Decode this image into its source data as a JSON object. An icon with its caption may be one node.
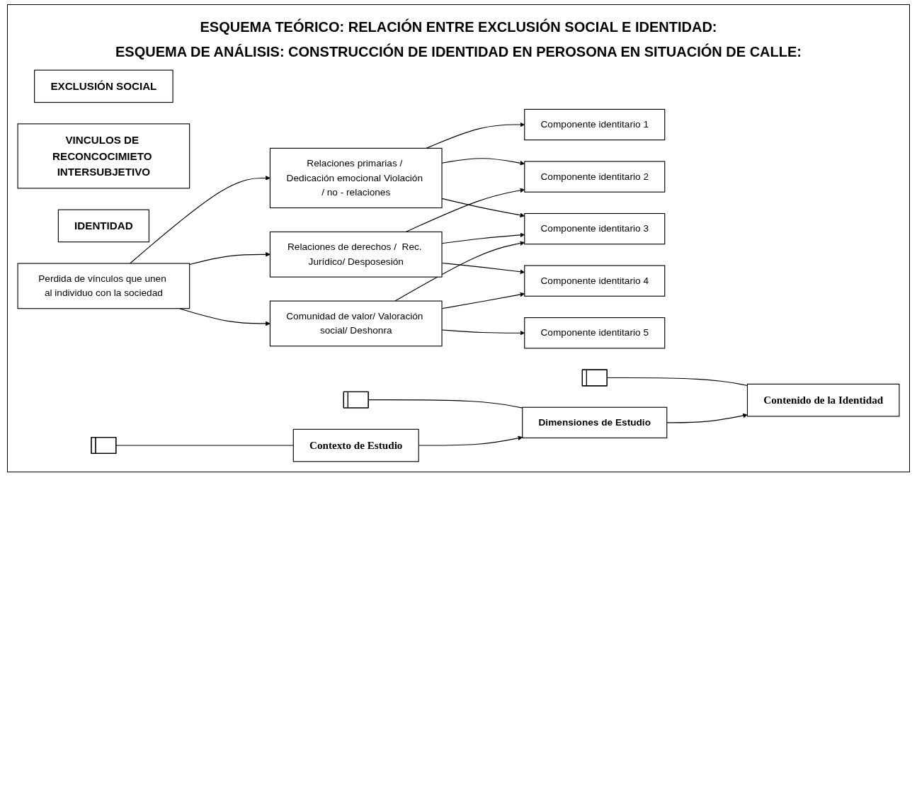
{
  "diagram": {
    "title": "ESQUEMA TEÓRICO: RELACIÓN  ENTRE EXCLUSIÓN SOCIAL E IDENTIDAD:",
    "nodes": [
      {
        "text": [
          "EXCLUSIÓN SOCIAL"
        ]
      },
      {
        "text": [
          "VINCULOS DE RECONCOCIMIETO INTERSUBJETIVO"
        ]
      },
      {
        "text": [
          "IDENTIDAD"
        ]
      },
      {
        "text": [
          "Perdida de vínculos que unen al individuo con la sociedad"
        ]
      },
      {
        "text": [
          "Relaciones primarias / Dedicación emocional Violación / no - relaciones"
        ]
      },
      {
        "text": [
          "Relaciones de derechos /  Rec. Jurídico/ Desposesión"
        ]
      },
      {
        "text": [
          "Comunidad de valor/ Valoración social/ Deshonra"
        ]
      },
      {
        "text": [
          "Componente identitario 1"
        ]
      },
      {
        "text": [
          "Componente identitario 2"
        ]
      },
      {
        "text": [
          "Componente identitario 3"
        ]
      },
      {
        "text": [
          "Componente identitario 4"
        ]
      },
      {
        "text": [
          "Componente identitario 5"
        ]
      },
      {
        "text": [],
        "shape": "bar"
      },
      {
        "text": [],
        "shape": "bar"
      },
      {
        "text": [],
        "shape": "bar"
      },
      {
        "text": [
          "Contexto de Estudio"
        ]
      },
      {
        "text": [
          "Dimensiones de Estudio"
        ]
      },
      {
        "text": [
          "Contenido de la Identidad"
        ]
      }
    ],
    "edges": [
      {
        "from": 3,
        "to": 4,
        "arrow": "to"
      },
      {
        "from": 3,
        "to": 5,
        "arrow": "to"
      },
      {
        "from": 3,
        "to": 6,
        "arrow": "to"
      },
      {
        "from": 4,
        "to": 7,
        "arrow": "to"
      },
      {
        "from": 4,
        "to": 8,
        "arrow": "to"
      },
      {
        "from": 4,
        "to": 9,
        "arrow": "to"
      },
      {
        "from": 5,
        "to": 8,
        "arrow": "to"
      },
      {
        "from": 5,
        "to": 9,
        "arrow": "to"
      },
      {
        "from": 5,
        "to": 10,
        "arrow": "to"
      },
      {
        "from": 6,
        "to": 9,
        "arrow": "to"
      },
      {
        "from": 6,
        "to": 10,
        "arrow": "to"
      },
      {
        "from": 6,
        "to": 11,
        "arrow": "to"
      },
      {
        "from": 12,
        "to": 15,
        "arrow": "none"
      },
      {
        "from": 13,
        "to": 16,
        "arrow": "none"
      },
      {
        "from": 14,
        "to": 17,
        "arrow": "none"
      },
      {
        "from": 15,
        "to": 16,
        "arrow": "to"
      },
      {
        "from": 16,
        "to": 17,
        "arrow": "to"
      }
    ],
    "labels": [
      "ESQUEMA DE ANÁLISIS: CONSTRUCCIÓN DE IDENTIDAD EN PEROSONA EN SITUACIÓN DE CALLE:"
    ]
  }
}
